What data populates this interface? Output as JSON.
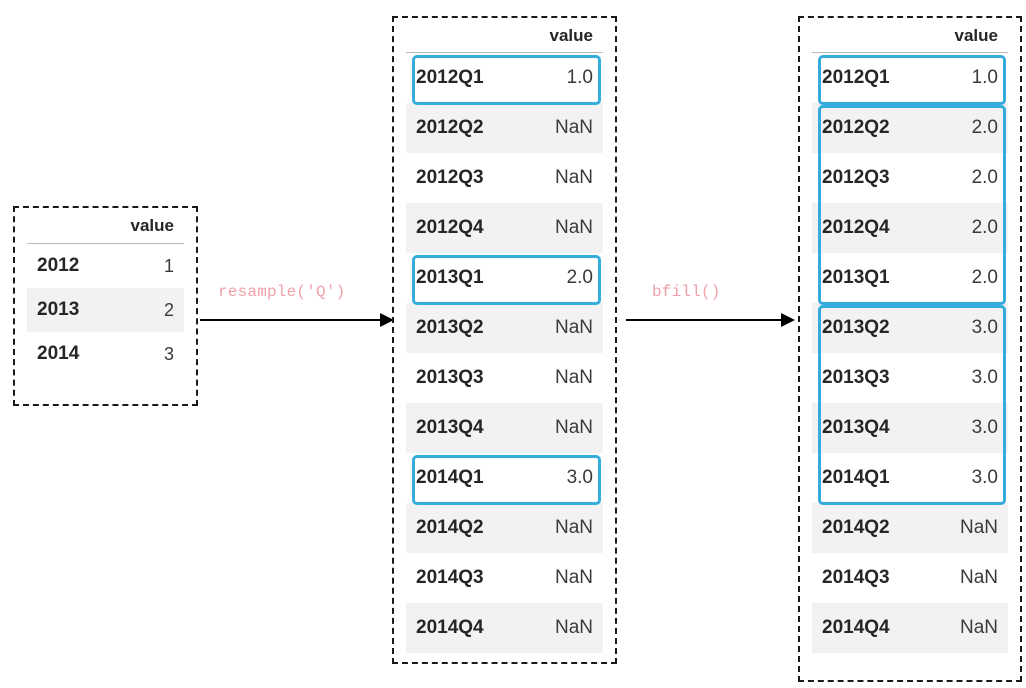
{
  "diagram": {
    "title": "pandas resample and bfill illustration",
    "accent_highlight_color": "#29a8dc",
    "label_color": "#f0a0a8",
    "stripe_color": "#f2f2f2"
  },
  "tables": {
    "left": {
      "name": "yearly-dataframe",
      "column_header": "value",
      "index_header": "",
      "rows": [
        {
          "index": "2012",
          "value": "1",
          "stripe": false
        },
        {
          "index": "2013",
          "value": "2",
          "stripe": true
        },
        {
          "index": "2014",
          "value": "3",
          "stripe": false
        }
      ]
    },
    "middle": {
      "name": "resampled-dataframe",
      "column_header": "value",
      "index_header": "",
      "rows": [
        {
          "index": "2012Q1",
          "value": "1.0",
          "stripe": false
        },
        {
          "index": "2012Q2",
          "value": "NaN",
          "stripe": true
        },
        {
          "index": "2012Q3",
          "value": "NaN",
          "stripe": false
        },
        {
          "index": "2012Q4",
          "value": "NaN",
          "stripe": true
        },
        {
          "index": "2013Q1",
          "value": "2.0",
          "stripe": false
        },
        {
          "index": "2013Q2",
          "value": "NaN",
          "stripe": true
        },
        {
          "index": "2013Q3",
          "value": "NaN",
          "stripe": false
        },
        {
          "index": "2013Q4",
          "value": "NaN",
          "stripe": true
        },
        {
          "index": "2014Q1",
          "value": "3.0",
          "stripe": false
        },
        {
          "index": "2014Q2",
          "value": "NaN",
          "stripe": true
        },
        {
          "index": "2014Q3",
          "value": "NaN",
          "stripe": false
        },
        {
          "index": "2014Q4",
          "value": "NaN",
          "stripe": true
        }
      ],
      "highlights": [
        {
          "label": "highlight-2012Q1",
          "first_row": 0,
          "row_count": 1
        },
        {
          "label": "highlight-2013Q1",
          "first_row": 4,
          "row_count": 1
        },
        {
          "label": "highlight-2014Q1",
          "first_row": 8,
          "row_count": 1
        }
      ]
    },
    "right": {
      "name": "bfilled-dataframe",
      "column_header": "value",
      "index_header": "",
      "rows": [
        {
          "index": "2012Q1",
          "value": "1.0",
          "stripe": false
        },
        {
          "index": "2012Q2",
          "value": "2.0",
          "stripe": true
        },
        {
          "index": "2012Q3",
          "value": "2.0",
          "stripe": false
        },
        {
          "index": "2012Q4",
          "value": "2.0",
          "stripe": true
        },
        {
          "index": "2013Q1",
          "value": "2.0",
          "stripe": false
        },
        {
          "index": "2013Q2",
          "value": "3.0",
          "stripe": true
        },
        {
          "index": "2013Q3",
          "value": "3.0",
          "stripe": false
        },
        {
          "index": "2013Q4",
          "value": "3.0",
          "stripe": true
        },
        {
          "index": "2014Q1",
          "value": "3.0",
          "stripe": false
        },
        {
          "index": "2014Q2",
          "value": "NaN",
          "stripe": true
        },
        {
          "index": "2014Q3",
          "value": "NaN",
          "stripe": false
        },
        {
          "index": "2014Q4",
          "value": "NaN",
          "stripe": true
        }
      ],
      "highlights": [
        {
          "label": "highlight-group-1",
          "first_row": 0,
          "row_count": 1
        },
        {
          "label": "highlight-group-2",
          "first_row": 1,
          "row_count": 4
        },
        {
          "label": "highlight-group-3",
          "first_row": 5,
          "row_count": 4
        }
      ]
    }
  },
  "arrows": [
    {
      "name": "arrow-resample",
      "label": "resample('Q')"
    },
    {
      "name": "arrow-bfill",
      "label": "bfill()"
    }
  ]
}
